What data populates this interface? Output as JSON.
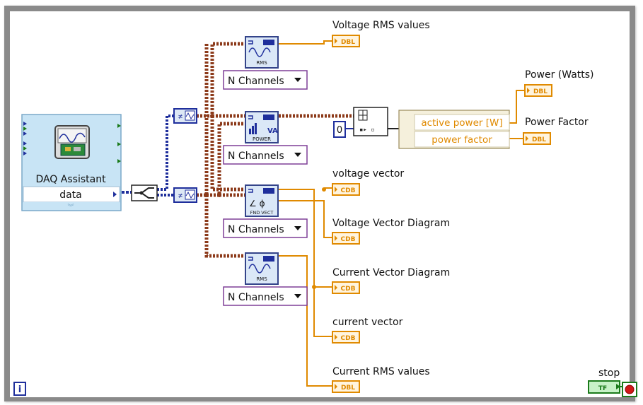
{
  "daq": {
    "title": "DAQ Assistant",
    "output": "data"
  },
  "function_blocks": [
    {
      "glyph": "RMS",
      "mode": "N Channels"
    },
    {
      "glyph": "POWER",
      "extra": "VA",
      "mode": "N Channels"
    },
    {
      "glyph": "FND VECT",
      "extra": "∠ ϕ",
      "mode": "N Channels"
    },
    {
      "glyph": "RMS",
      "mode": "N Channels"
    }
  ],
  "indicators": [
    {
      "label": "Voltage RMS values",
      "type": "DBL"
    },
    {
      "label": "Power (Watts)",
      "type": "DBL"
    },
    {
      "label": "Power Factor",
      "type": "DBL"
    },
    {
      "label": "voltage vector",
      "type": "CDB"
    },
    {
      "label": "Voltage Vector Diagram",
      "type": "CDB"
    },
    {
      "label": "Current Vector Diagram",
      "type": "CDB"
    },
    {
      "label": "current vector",
      "type": "CDB"
    },
    {
      "label": "Current RMS values",
      "type": "DBL"
    }
  ],
  "unbundle": {
    "field1": "active power [W]",
    "field2": "power factor"
  },
  "index_constant": "0",
  "loop_iteration": "i",
  "stop": {
    "label": "stop",
    "type": "TF"
  },
  "colors": {
    "orange": "#e08a00",
    "cluster_brown": "#8c3a1a",
    "blue": "#1f2f9c",
    "purple": "#7e3f97",
    "green": "#1a7a1a"
  }
}
